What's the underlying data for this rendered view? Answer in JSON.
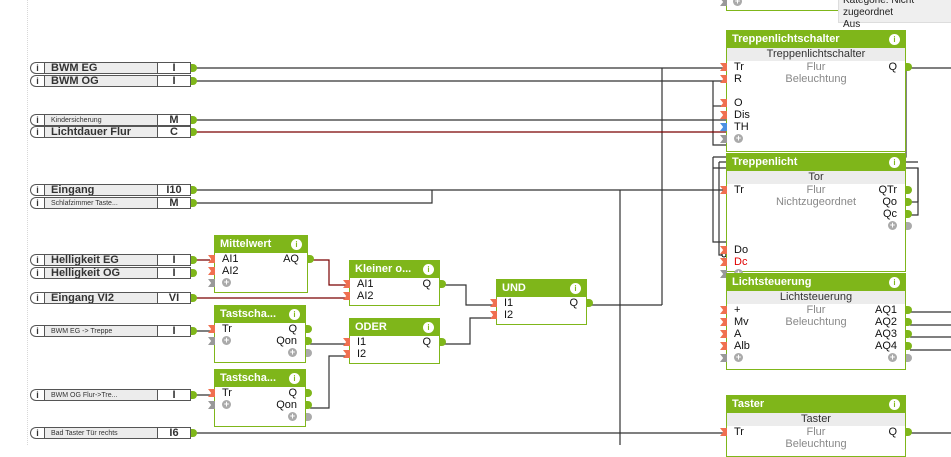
{
  "inputs": [
    {
      "name": "BWM EG",
      "type": "I",
      "small": false
    },
    {
      "name": "BWM OG",
      "type": "I",
      "small": false
    },
    {
      "name": "Kindersicherung",
      "type": "M",
      "small": true
    },
    {
      "name": "Lichtdauer Flur",
      "type": "C",
      "small": false
    },
    {
      "name": "Eingang",
      "type": "I10",
      "small": false
    },
    {
      "name": "Schlafzimmer  Taste...",
      "type": "M",
      "small": true
    },
    {
      "name": "Helligkeit EG",
      "type": "I",
      "small": false
    },
    {
      "name": "Helligkeit OG",
      "type": "I",
      "small": false
    },
    {
      "name": "Eingang VI2",
      "type": "VI",
      "small": false
    },
    {
      "name": "BWM EG -> Treppe",
      "type": "I",
      "small": true
    },
    {
      "name": "BWM OG Flur->Tre...",
      "type": "I",
      "small": true
    },
    {
      "name": "Bad Taster Tür rechts",
      "type": "I6",
      "small": true
    }
  ],
  "info_glyph": "i",
  "plus_glyph": "+",
  "blocks": {
    "mittelwert": {
      "title": "Mittelwert",
      "inputs": [
        "AI1",
        "AI2"
      ],
      "outputs": [
        "AQ"
      ]
    },
    "kleiner": {
      "title": "Kleiner o...",
      "inputs": [
        "AI1",
        "AI2"
      ],
      "outputs": [
        "Q"
      ]
    },
    "tast1": {
      "title": "Tastscha...",
      "inputs": [
        "Tr"
      ],
      "outputs": [
        "Q",
        "Qon"
      ]
    },
    "tast2": {
      "title": "Tastscha...",
      "inputs": [
        "Tr"
      ],
      "outputs": [
        "Q",
        "Qon"
      ]
    },
    "oder": {
      "title": "ODER",
      "inputs": [
        "I1",
        "I2"
      ],
      "outputs": [
        "Q"
      ]
    },
    "und": {
      "title": "UND",
      "inputs": [
        "I1",
        "I2"
      ],
      "outputs": [
        "Q"
      ]
    },
    "treppenlichtschalter": {
      "title": "Treppenlichtschalter",
      "subtitle": "Treppenlichtschalter",
      "room": "Flur",
      "category": "Beleuchtung",
      "inputs": [
        "Tr",
        "R",
        "O",
        "Dis",
        "TH"
      ],
      "outputs": [
        "Q"
      ]
    },
    "treppenlicht": {
      "title": "Treppenlicht",
      "subtitle": "Tor",
      "room": "Flur",
      "category": "Nichtzugeordnet",
      "inputs": [
        "Tr",
        "Do",
        "Dc"
      ],
      "outputs": [
        "QTr",
        "Qo",
        "Qc"
      ]
    },
    "lichtsteuerung": {
      "title": "Lichtsteuerung",
      "subtitle": "Lichtsteuerung",
      "room": "Flur",
      "category": "Beleuchtung",
      "inputs": [
        "+",
        "Mv",
        "A",
        "Alb"
      ],
      "outputs": [
        "AQ1",
        "AQ2",
        "AQ3",
        "AQ4"
      ]
    },
    "taster": {
      "title": "Taster",
      "subtitle": "Taster",
      "room": "Flur",
      "category": "Beleuchtung",
      "inputs": [
        "Tr"
      ],
      "outputs": [
        "Q"
      ]
    }
  },
  "tooltip": {
    "line1": "Kategorie: Nicht zugeordnet",
    "line2": "Aus"
  },
  "colors": {
    "block_green": "#7fb61a",
    "input_pin": "#f07050",
    "text_pin": "#4a90e2",
    "wire": "#333333",
    "analog_wire": "#7a0000"
  }
}
